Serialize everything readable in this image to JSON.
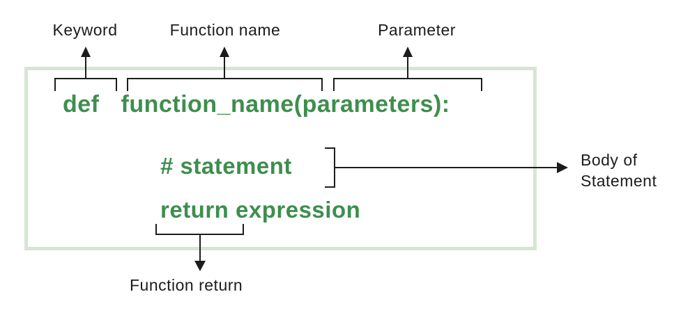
{
  "colors": {
    "code_green": "#3e8e4e",
    "box_border": "#d6e5d4",
    "ink": "#1c1c1c"
  },
  "annotations": {
    "keyword": "Keyword",
    "function_name": "Function name",
    "parameter": "Parameter",
    "body_of_statement_line1": "Body of",
    "body_of_statement_line2": "Statement",
    "function_return": "Function return"
  },
  "code": {
    "keyword": "def",
    "signature": "function_name(parameters):",
    "statement": "# statement",
    "return_expression": "return expression"
  }
}
